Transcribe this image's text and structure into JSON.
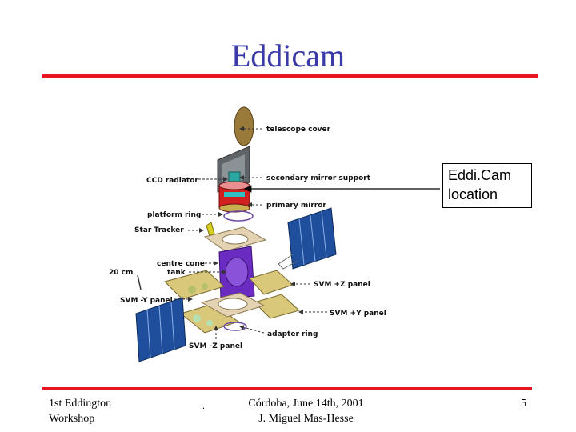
{
  "slide": {
    "title": "Eddicam",
    "callout": {
      "line1": "Eddi.Cam",
      "line2": "location"
    },
    "footer": {
      "left_line1": "1st Eddington",
      "left_line2": "Workshop",
      "dot": ".",
      "center_line1": "Córdoba,  June 14th, 2001",
      "center_line2": "J. Miguel Mas-Hesse",
      "page": "5"
    }
  },
  "diagram": {
    "labels": {
      "telescope_cover": "telescope cover",
      "secondary_mirror_support": "secondary mirror support",
      "ccd_radiator": "CCD radiator",
      "primary_mirror": "primary mirror",
      "platform_ring": "platform ring",
      "star_tracker": "Star Tracker",
      "centre_cone": "centre cone",
      "tank": "tank",
      "size_20cm": "20 cm",
      "svm_pz_panel": "SVM +Z panel",
      "svm_my_panel": "SVM -Y panel",
      "svm_py_panel": "SVM +Y panel",
      "adapter_ring": "adapter ring",
      "svm_mz_panel": "SVM -Z panel"
    },
    "colors": {
      "title": "#3a3aa8",
      "rule": "#e8141e",
      "solar_panel": "#1f4e9c",
      "tank": "#6a2bc0",
      "svm_panel": "#d9c77a",
      "cover": "#9a7a3a"
    }
  }
}
